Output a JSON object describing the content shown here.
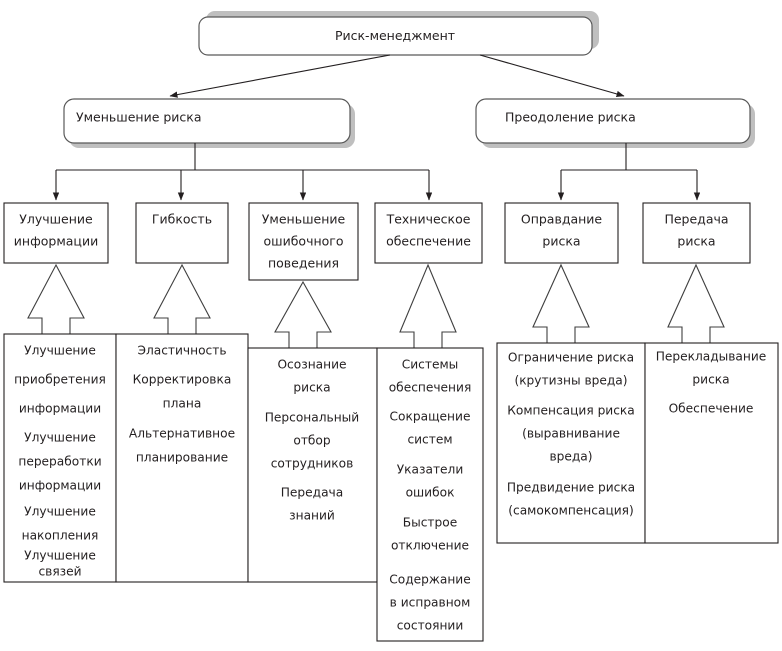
{
  "diagram": {
    "title": "Риск-менеджмент",
    "level2": [
      {
        "id": "reduce",
        "label": "Уменьшение риска"
      },
      {
        "id": "overcome",
        "label": "Преодоление риска"
      }
    ],
    "level3": [
      {
        "id": "info",
        "lines": [
          "Улучшение",
          "информации"
        ]
      },
      {
        "id": "flexibility",
        "lines": [
          "Гибкость"
        ]
      },
      {
        "id": "error-behaviour",
        "lines": [
          "Уменьшение",
          "ошибочного",
          "поведения"
        ]
      },
      {
        "id": "technical",
        "lines": [
          "Техническое",
          "обеспечение"
        ]
      },
      {
        "id": "justification",
        "lines": [
          "Оправдание",
          "риска"
        ]
      },
      {
        "id": "transfer",
        "lines": [
          "Передача",
          "риска"
        ]
      }
    ],
    "details": [
      {
        "id": "info-details",
        "items": [
          [
            "Улучшение",
            "приобретения",
            "информации"
          ],
          [
            "Улучшение",
            "переработки",
            "информации"
          ],
          [
            "Улучшение",
            "накопления"
          ],
          [
            "Улучшение",
            "связей"
          ]
        ]
      },
      {
        "id": "flexibility-details",
        "items": [
          [
            "Эластичность"
          ],
          [
            "Корректировка",
            "плана"
          ],
          [
            "Альтернативное",
            "планирование"
          ]
        ]
      },
      {
        "id": "error-behaviour-details",
        "items": [
          [
            "Осознание",
            "риска"
          ],
          [
            "Персональный",
            "отбор",
            "сотрудников"
          ],
          [
            "Передача",
            "знаний"
          ]
        ]
      },
      {
        "id": "technical-details",
        "items": [
          [
            "Системы",
            "обеспечения"
          ],
          [
            "Сокращение",
            "систем"
          ],
          [
            "Указатели",
            "ошибок"
          ],
          [
            "Быстрое",
            "отключение"
          ],
          [
            "Содержание",
            "в исправном",
            "состоянии"
          ]
        ]
      },
      {
        "id": "justification-details",
        "items": [
          [
            "Ограничение риска",
            "(крутизны вреда)"
          ],
          [
            "Компенсация риска",
            "(выравнивание",
            "вреда)"
          ],
          [
            "Предвидение риска",
            "(самокомпенсация)"
          ]
        ]
      },
      {
        "id": "transfer-details",
        "items": [
          [
            "Перекладывание",
            "риска"
          ],
          [
            "Обеспечение"
          ]
        ]
      }
    ],
    "colors": {
      "text": "#231f20",
      "box_stroke": "#231f20",
      "round_stroke": "#595959",
      "shadow": "#bfbfbf",
      "background": "#ffffff"
    }
  }
}
